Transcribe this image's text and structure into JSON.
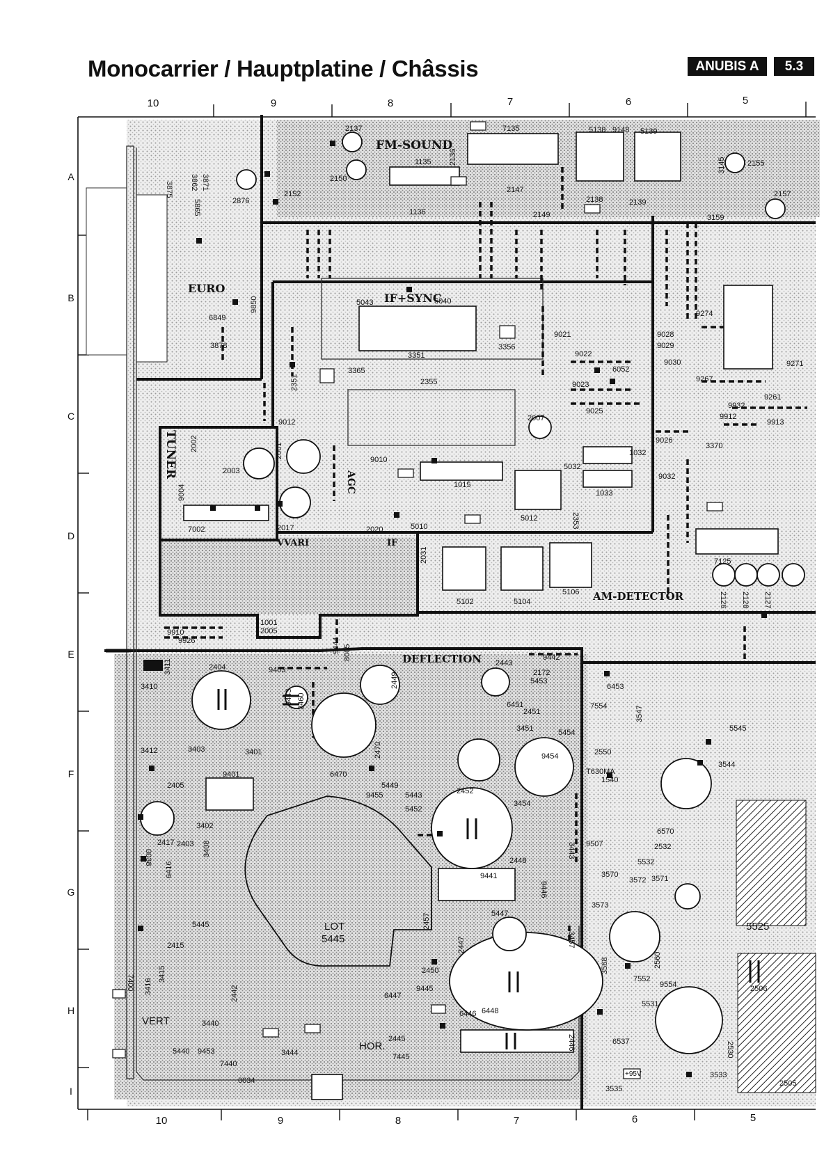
{
  "header": {
    "title": "Monocarrier / Hauptplatine / Châssis",
    "model_badge": "ANUBIS A",
    "page_badge": "5.3"
  },
  "grid": {
    "columns_top": [
      "10",
      "9",
      "8",
      "7",
      "6",
      "5"
    ],
    "columns_bottom": [
      "10",
      "9",
      "8",
      "7",
      "6",
      "5"
    ],
    "rows": [
      "A",
      "B",
      "C",
      "D",
      "E",
      "F",
      "G",
      "H",
      "I"
    ]
  },
  "blocks": {
    "fm_sound": "FM-SOUND",
    "euro": "EURO",
    "if_sync": "IF+SYNC",
    "tuner": "TUNER",
    "agc": "AGC",
    "vvari": "VVARI",
    "if": "IF",
    "am_detector": "AM-DETECTOR",
    "deflection": "DEFLECTION",
    "lot": "LOT",
    "lot_ref": "5445",
    "vert": "VERT",
    "hor": "HOR.",
    "fuse": "T630MA",
    "fuse_ref": "1540",
    "plus95v": "+95V",
    "lot_alt": "5525"
  },
  "components": {
    "c2137": "2137",
    "c7135": "7135",
    "c2136": "2136",
    "c1135": "1135",
    "c5138": "5138",
    "c9148": "9148",
    "c5139": "5139",
    "c2155": "2155",
    "c3145": "3145",
    "c2157": "2157",
    "c2147": "2147",
    "c2149": "2149",
    "c2138": "2138",
    "c2139": "2139",
    "c3159": "3159",
    "c1136": "1136",
    "c2876": "2876",
    "c2152": "2152",
    "c2150": "2150",
    "c3875": "3875",
    "c3862": "3862",
    "c3871": "3871",
    "c5865": "5865",
    "c6849": "6849",
    "c3878": "3878",
    "c9850": "9850",
    "c5043": "5043",
    "c5040": "5040",
    "c3351": "3351",
    "c3356": "3356",
    "c3365": "3365",
    "c2355": "2355",
    "c2351": "2351",
    "c9022": "9022",
    "c6052": "6052",
    "c9023": "9023",
    "c9025": "9025",
    "c9026": "9026",
    "c9028": "9028",
    "c9029": "9029",
    "c9030": "9030",
    "c9021": "9021",
    "c9274": "9274",
    "c9271": "9271",
    "c9267": "9267",
    "c9261": "9261",
    "c9932": "9932",
    "c9912": "9912",
    "c9913": "9913",
    "c3370": "3370",
    "c2003": "2003",
    "c2002": "2002",
    "c9004": "9004",
    "c7002": "7002",
    "c2017": "2017",
    "c2001": "2001",
    "c9012": "9012",
    "c2007": "2007",
    "c5032": "5032",
    "c1032": "1032",
    "c1033": "1033",
    "c9032": "9032",
    "c1015": "1015",
    "c9010": "9010",
    "c2020": "2020",
    "c5010": "5010",
    "c5012": "5012",
    "c2353": "2353",
    "c2031": "2031",
    "c5102": "5102",
    "c5104": "5104",
    "c5106": "5106",
    "c7125": "7125",
    "c2126": "2126",
    "c2128": "2128",
    "c2127": "2127",
    "c9910": "9910",
    "c9926": "9926",
    "c1001": "1001",
    "c2005": "2005",
    "c3411": "3411",
    "c2404": "2404",
    "c9403": "9403",
    "c2460": "2460",
    "c3410": "3410",
    "c9442": "9442",
    "c2172": "2172",
    "c5453": "5453",
    "c2443": "2443",
    "c6453": "6453",
    "c7554": "7554",
    "c2550": "2550",
    "c3547": "3547",
    "c5545": "5545",
    "c3544": "3544",
    "c3412": "3412",
    "c3403": "3403",
    "c9401": "9401",
    "c3401": "3401",
    "c6470": "6470",
    "c2405": "2405",
    "c9455": "9455",
    "c5449": "5449",
    "c5443": "5443",
    "c5452": "5452",
    "c2452": "2452",
    "c3451": "3451",
    "c5454": "5454",
    "c9454": "9454",
    "c3454": "3454",
    "c2417": "2417",
    "c2403": "2403",
    "c3402": "3402",
    "c3408": "3408",
    "c6416": "6416",
    "c6570": "6570",
    "c2532": "2532",
    "c5532": "5532",
    "c3570": "3570",
    "c3572": "3572",
    "c3571": "3571",
    "c9507": "9507",
    "c3573": "3573",
    "c2448": "2448",
    "c9441": "9441",
    "c5447": "5447",
    "c2415": "2415",
    "c5445": "5445",
    "c2457": "2457",
    "c3568": "3568",
    "c2560": "2560",
    "c7552": "7552",
    "c9554": "9554",
    "c5531": "5531",
    "c2506": "2506",
    "c3416": "3416",
    "c3415": "3415",
    "c2442": "2442",
    "c2450": "2450",
    "c9445": "9445",
    "c6447": "6447",
    "c6446": "6446",
    "c6448": "6448",
    "c2445": "2445",
    "c7445": "7445",
    "c2446": "2446",
    "c3440": "3440",
    "c3444": "3444",
    "c5440": "5440",
    "c9453": "9453",
    "c7440": "7440",
    "c0034": "0034",
    "c6537": "6537",
    "c3535": "3535",
    "c3533": "3533",
    "c2530": "2530",
    "c2505": "2505",
    "c7400": "7400",
    "c9446": "9446",
    "c3443": "3443",
    "c3457": "3457",
    "c2447": "2447",
    "c9443": "9443",
    "c9444": "9444",
    "c8005": "8005",
    "c6451": "6451",
    "c2451": "2451",
    "c2449": "2449",
    "c2470": "2470",
    "c0038": "0038"
  }
}
